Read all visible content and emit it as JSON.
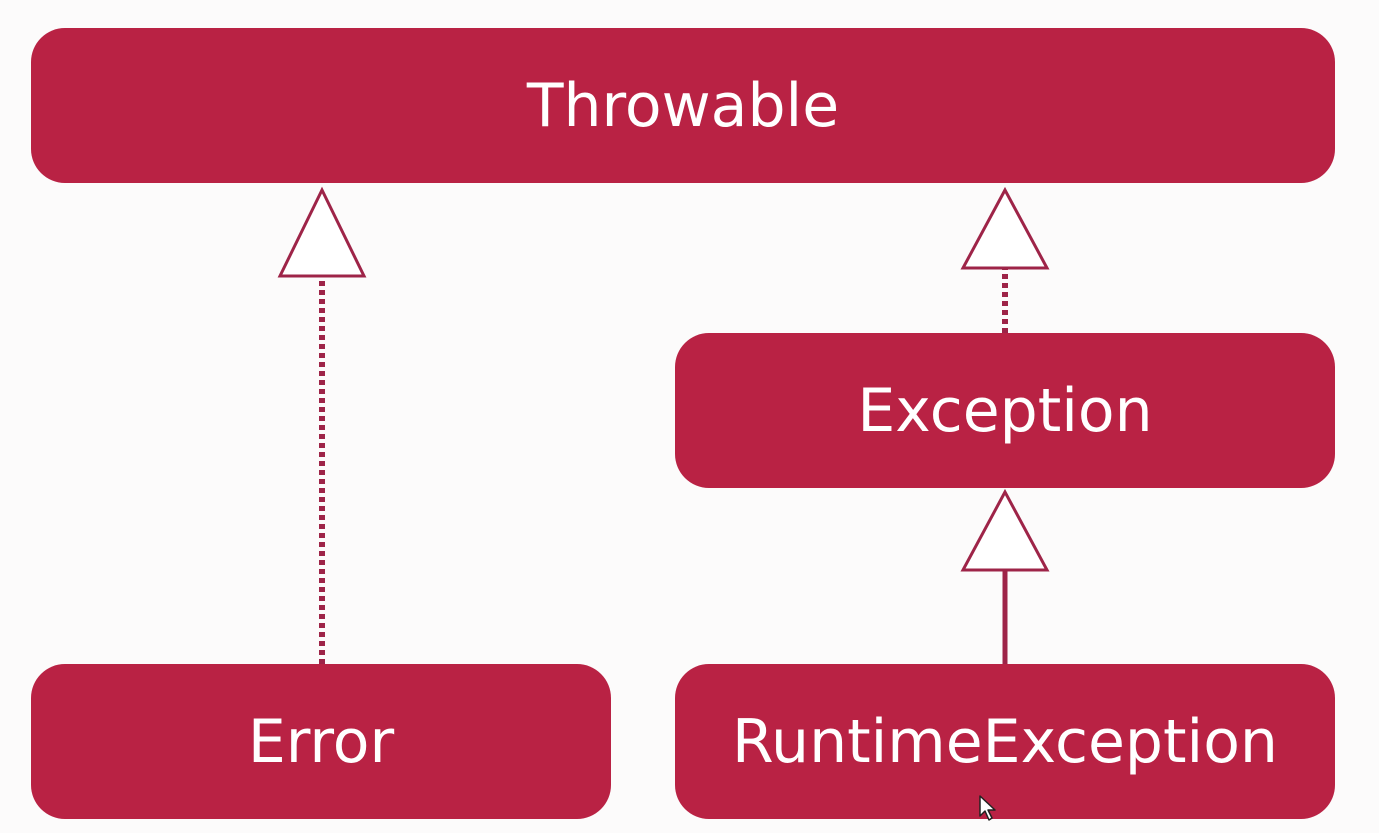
{
  "nodes": {
    "throwable": "Throwable",
    "exception": "Exception",
    "error": "Error",
    "runtime_exception": "RuntimeException"
  },
  "edges": [
    {
      "from": "Error",
      "to": "Throwable",
      "style": "dashed"
    },
    {
      "from": "Exception",
      "to": "Throwable",
      "style": "dashed"
    },
    {
      "from": "RuntimeException",
      "to": "Exception",
      "style": "solid"
    }
  ],
  "colors": {
    "node_fill": "#b92244",
    "node_text": "#ffffff",
    "connector": "#9e2448",
    "background": "#fcfbfb"
  },
  "icons": {
    "cursor": "mouse-pointer-icon"
  }
}
